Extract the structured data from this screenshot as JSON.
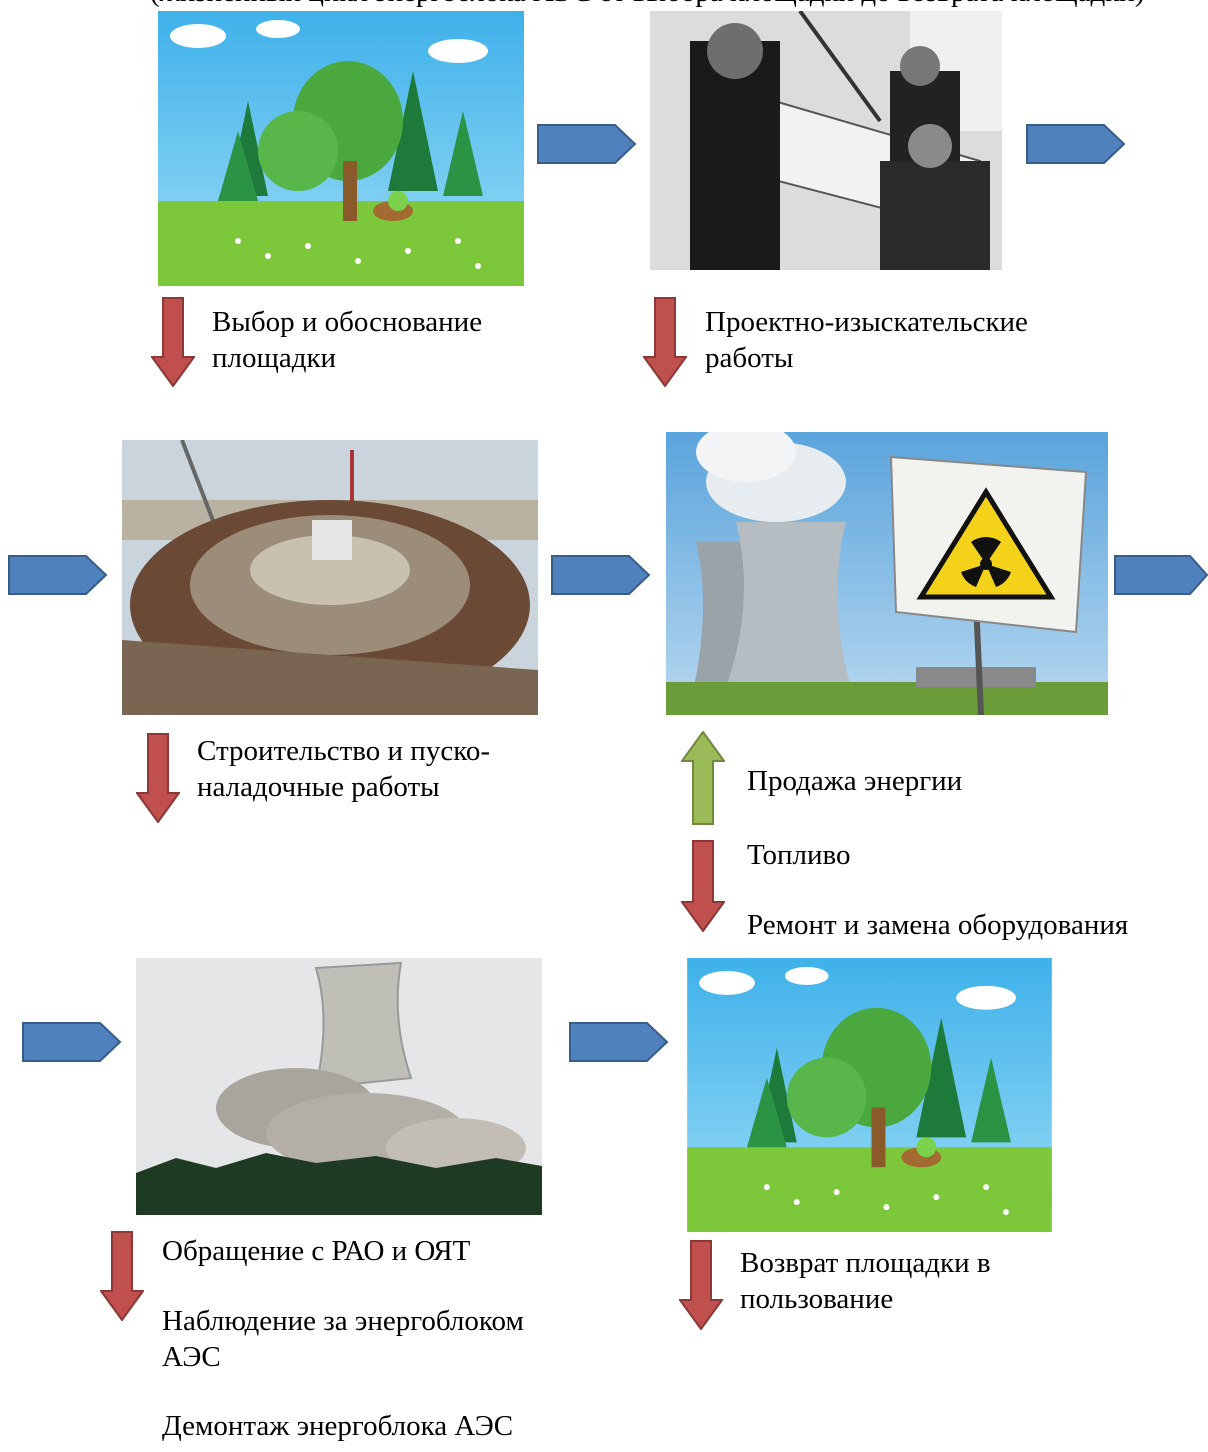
{
  "header_fragment": "(жизненный цикл энергоблока АЭС от выбора площадки до возврата площадки)",
  "stages": [
    {
      "id": "site",
      "texts": [
        "Выбор и обоснование\nплощадки"
      ]
    },
    {
      "id": "design",
      "texts": [
        "Проектно-изыскательские\nработы"
      ]
    },
    {
      "id": "construction",
      "texts": [
        "Строительство и пуско-\nналадочные работы"
      ]
    },
    {
      "id": "operation",
      "texts": [
        "Продажа энергии",
        "Топливо",
        "Ремонт и замена оборудования"
      ]
    },
    {
      "id": "decommissioning",
      "texts": [
        "Обращение с РАО и ОЯТ",
        "Наблюдение за энергоблоком\nАЭС",
        "Демонтаж энергоблока АЭС"
      ]
    },
    {
      "id": "return",
      "texts": [
        "Возврат площадки в\nпользование"
      ]
    }
  ],
  "colors": {
    "flow_arrow": "#4f81bd",
    "flow_arrow_border": "#385d8a",
    "down_arrow": "#c0504d",
    "down_arrow_border": "#8c3836",
    "up_arrow": "#9bbb59",
    "up_arrow_border": "#71893f"
  },
  "icons": {
    "flow": "block-arrow-right-icon",
    "cost": "block-arrow-down-icon",
    "income": "block-arrow-up-icon"
  }
}
